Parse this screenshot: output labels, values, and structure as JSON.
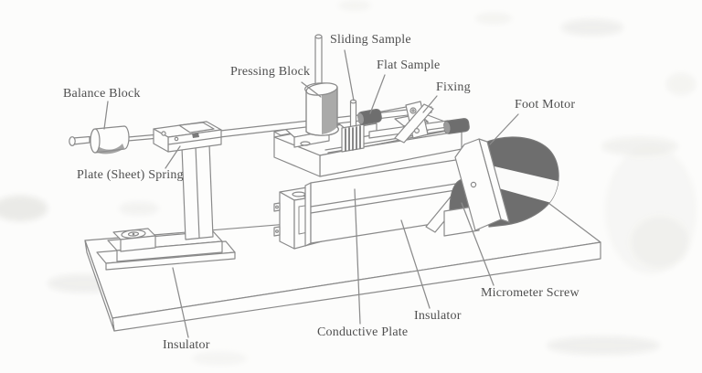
{
  "figure": {
    "type": "labeled-technical-diagram",
    "colors": {
      "line": "#8a8a8a",
      "dark_fill": "#6e6e6e",
      "label_text": "#4f4f4f",
      "background": "#fcfcfb"
    },
    "labels": [
      {
        "id": "balance-block",
        "text": "Balance Block"
      },
      {
        "id": "plate-sheet-spring",
        "text": "Plate (Sheet) Spring"
      },
      {
        "id": "pressing-block",
        "text": "Pressing Block"
      },
      {
        "id": "sliding-sample",
        "text": "Sliding Sample"
      },
      {
        "id": "flat-sample",
        "text": "Flat Sample"
      },
      {
        "id": "fixing",
        "text": "Fixing"
      },
      {
        "id": "foot-motor",
        "text": "Foot Motor"
      },
      {
        "id": "micrometer-screw",
        "text": "Micrometer Screw"
      },
      {
        "id": "insulator-right",
        "text": "Insulator"
      },
      {
        "id": "conductive-plate",
        "text": "Conductive Plate"
      },
      {
        "id": "insulator-left",
        "text": "Insulator"
      }
    ]
  }
}
